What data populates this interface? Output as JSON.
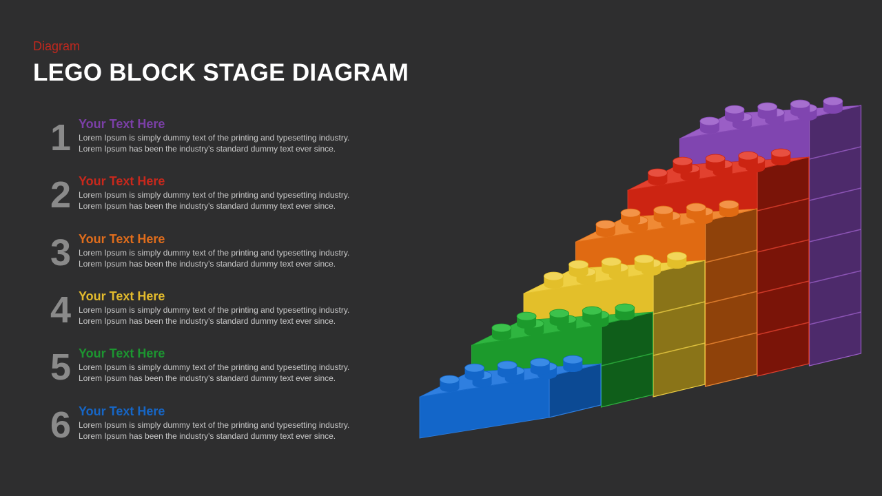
{
  "header": {
    "category": "Diagram",
    "title": "LEGO BLOCK STAGE DIAGRAM"
  },
  "steps": [
    {
      "number": "1",
      "heading": "Your Text Here",
      "color": "#7b3fa7",
      "line1": "Lorem Ipsum is simply dummy text of the printing and typesetting industry.",
      "line2": "Lorem Ipsum has been the industry's standard dummy text ever since."
    },
    {
      "number": "2",
      "heading": "Your Text Here",
      "color": "#c8281c",
      "line1": "Lorem Ipsum is simply dummy text of the printing and typesetting industry.",
      "line2": "Lorem Ipsum has been the industry's standard dummy text ever since."
    },
    {
      "number": "3",
      "heading": "Your Text Here",
      "color": "#e06d1c",
      "line1": "Lorem Ipsum is simply dummy text of the printing and typesetting industry.",
      "line2": "Lorem Ipsum has been the industry's standard dummy text ever since."
    },
    {
      "number": "4",
      "heading": "Your Text Here",
      "color": "#e3bb2d",
      "line1": "Lorem Ipsum is simply dummy text of the printing and typesetting industry.",
      "line2": "Lorem Ipsum has been the industry's standard dummy text ever since."
    },
    {
      "number": "5",
      "heading": "Your Text Here",
      "color": "#1c9630",
      "line1": "Lorem Ipsum is simply dummy text of the printing and typesetting industry.",
      "line2": "Lorem Ipsum has been the industry's standard dummy text ever since."
    },
    {
      "number": "6",
      "heading": "Your Text Here",
      "color": "#1666c6",
      "line1": "Lorem Ipsum is simply dummy text of the printing and typesetting industry.",
      "line2": "Lorem Ipsum has been the industry's standard dummy text ever since."
    }
  ],
  "blocks": [
    {
      "name": "blue",
      "top": "#2f7fe0",
      "front": "#1366c9",
      "side": "#0c4a94",
      "stud": "#3a8be6"
    },
    {
      "name": "green",
      "top": "#2fb540",
      "front": "#1c9a2c",
      "side": "#0f5e1a",
      "stud": "#3cc24c"
    },
    {
      "name": "yellow",
      "top": "#efd045",
      "front": "#e3bf2a",
      "side": "#8a7418",
      "stud": "#f2d65a"
    },
    {
      "name": "orange",
      "top": "#f08a35",
      "front": "#e06a12",
      "side": "#8f420a",
      "stud": "#f39448"
    },
    {
      "name": "red",
      "top": "#e2412f",
      "front": "#cc2412",
      "side": "#7a1408",
      "stud": "#e85040"
    },
    {
      "name": "purple",
      "top": "#9a5ec6",
      "front": "#8045b0",
      "side": "#4d2a6b",
      "stud": "#a66fcf"
    }
  ]
}
